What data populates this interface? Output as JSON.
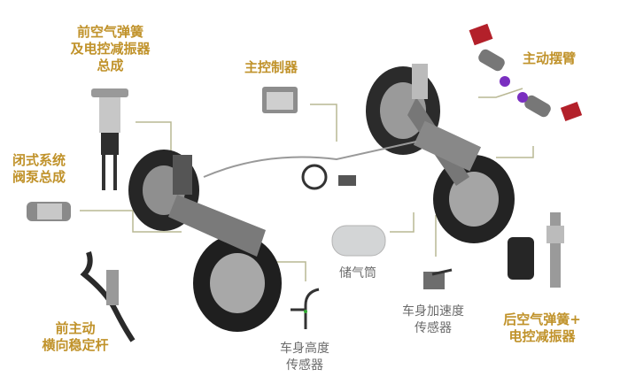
{
  "labels": {
    "front_air_spring": [
      "前空气弹簧",
      "及电控减振器",
      "总成"
    ],
    "main_controller": [
      "主控制器"
    ],
    "active_swing_arm": [
      "主动摆臂"
    ],
    "closed_valve_pump": [
      "闭式系统",
      "阀泵总成"
    ],
    "air_reservoir": [
      "储气筒"
    ],
    "body_accel_sensor": [
      "车身加速度",
      "传感器"
    ],
    "rear_air_spring": [
      "后空气弹簧+",
      "电控减振器"
    ],
    "front_active_stabilizer": [
      "前主动",
      "横向稳定杆"
    ],
    "body_height_sensor": [
      "车身高度",
      "传感器"
    ]
  },
  "colors": {
    "gold": "#c0922a",
    "gray_text": "#6b6b6b",
    "leader_line": "#b9b894"
  }
}
